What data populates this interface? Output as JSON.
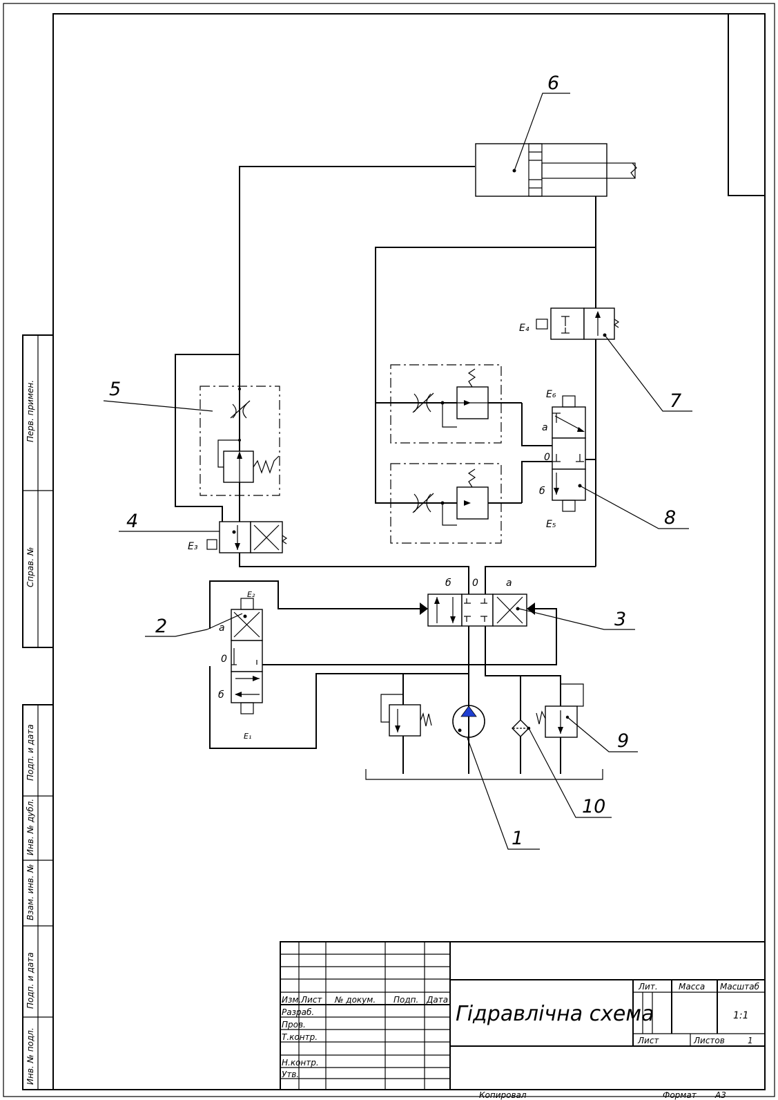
{
  "drawing": {
    "title": "Гідравлічна схема",
    "format_label": "Формат",
    "format_value": "А3",
    "copied_label": "Копировал"
  },
  "side_stamps": {
    "perv_primen": "Перв. примен.",
    "sprav_no": "Справ. №",
    "podp_data_1": "Подп. и дата",
    "inv_dubl": "Инв. № дубл.",
    "vzam_inv": "Взам. инв. №",
    "podp_data_2": "Подп. и дата",
    "inv_podl": "Инв. № подл."
  },
  "title_block": {
    "izm": "Изм.",
    "list": "Лист",
    "n_dokum": "№ докум.",
    "podp": "Подп.",
    "data": "Дата",
    "razrab": "Разраб.",
    "prov": "Пров.",
    "t_kontr": "Т.контр.",
    "n_kontr": "Н.контр.",
    "utv": "Утв.",
    "lit": "Лит.",
    "massa": "Масса",
    "masshtab": "Масштаб",
    "scale_value": "1:1",
    "sheet": "Лист",
    "sheets": "Листов",
    "sheets_value": "1"
  },
  "callouts": [
    "1",
    "2",
    "3",
    "4",
    "5",
    "6",
    "7",
    "8",
    "9",
    "10"
  ],
  "solenoids": {
    "e1": "E₁",
    "e2": "E₂",
    "e3": "E₃",
    "e4": "E₄",
    "e5": "E₅",
    "e6": "E₆"
  },
  "positions": {
    "a": "а",
    "zero": "0",
    "b": "б"
  },
  "colors": {
    "pump_triangle": "#1f3fd1",
    "lines": "#000000"
  }
}
